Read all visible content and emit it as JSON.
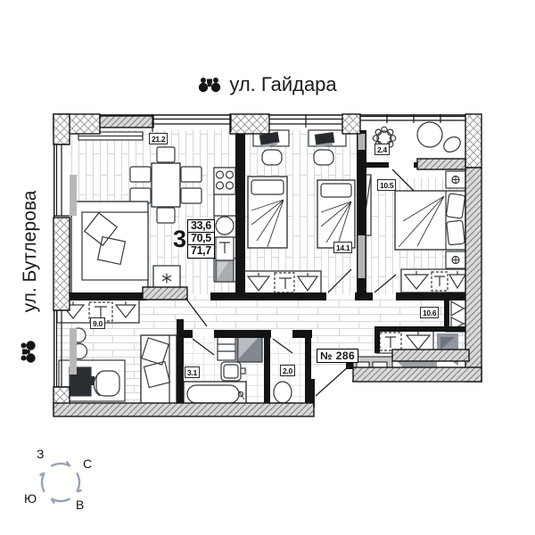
{
  "streets": {
    "top": "ул. Гайдара",
    "left": "ул. Бутлерова"
  },
  "spec": {
    "rooms": "3",
    "living_area": "33,6",
    "area_without_balcony": "70,5",
    "total_area": "71,7"
  },
  "plan": {
    "apartment_number": "№ 286",
    "room_labels": {
      "living_kitchen": "21.2",
      "bedroom_children": "14.1",
      "balcony": "2.4",
      "bedroom_master": "10.5",
      "office": "9.0",
      "hallway": "10.6",
      "bathroom": "3.1",
      "wc": "2.0"
    }
  },
  "compass": {
    "west": "З",
    "north": "С",
    "south": "Ю",
    "east": "В"
  },
  "icons": {
    "street_marker": "binoculars-icon",
    "balcony_decor": "plant-icon",
    "living_marker": "asterisk-symbol"
  },
  "colors": {
    "walls": "#141414",
    "hatch_fill": "#d9d9d9",
    "gray_fill": "#b3b3b3",
    "compass": "#8a9aad",
    "floor_line": "#d4d8db"
  }
}
